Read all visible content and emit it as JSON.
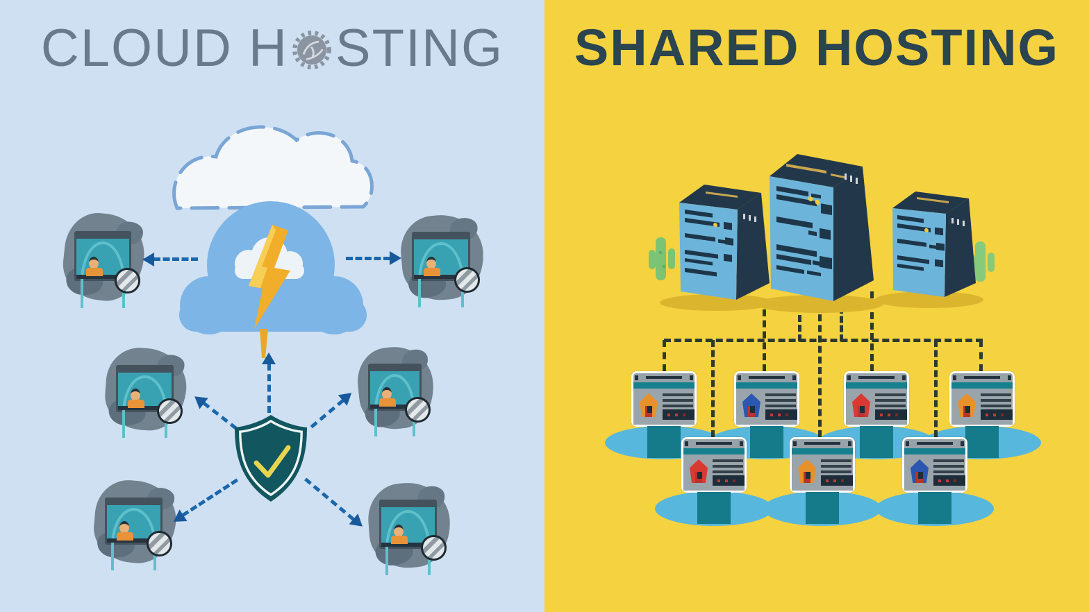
{
  "meta": {
    "layout": "two-panel hosting comparison infographic"
  },
  "left_panel": {
    "background": "#cfe0f2",
    "title": {
      "prefix": "CLOUD H",
      "suffix": "STING",
      "full": "CLOUD HOSTING",
      "color": "#6a798c"
    },
    "gear_icon_color": "#8b95a1",
    "cloud": {
      "front_color": "#7db5e6",
      "back_color": "#f4f7fa",
      "outline_color": "#7aa6d6",
      "inner_cloud_color": "#edf3f7"
    },
    "lightning": {
      "color": "#f1ae2b",
      "highlight": "#f7cf57"
    },
    "shield": {
      "fill": "#12565f",
      "ring": "#eef4f5",
      "check": "#e7d54f"
    },
    "arrows": {
      "color": "#1b67ab",
      "head_color": "#17599a",
      "count": 7
    },
    "clients": {
      "count": 6,
      "blob_color": "#72828f",
      "screen_color": "#38a2b2",
      "shirt_color": "#e89337"
    }
  },
  "right_panel": {
    "background": "#f5d23f",
    "title": {
      "text": "SHARED HOSTING",
      "color": "#2a4450"
    },
    "servers": {
      "count": 3,
      "front_color": "#6db4da",
      "dark_color": "#22384a",
      "stripe_color": "#1d3649",
      "top_line_color": "#c9a64e",
      "led_color": "#ecc93f",
      "shadow_color": "#dcb52e"
    },
    "cactus_color": "#7cc474",
    "connector_color": "#2c3b2f",
    "websites": {
      "count": 7,
      "top_row_house_colors": [
        "#e8912b",
        "#2b57b0",
        "#d83a31",
        "#e8912b"
      ],
      "bottom_row_house_colors": [
        "#d83a31",
        "#e8912b",
        "#2b57b0"
      ],
      "frame_color": "#fdfdfd",
      "titlebar_color": "#97a1a8",
      "toolbar_color": "#17808f",
      "stand_color": "#157a8a",
      "shadow_color": "#58b7dd"
    }
  }
}
